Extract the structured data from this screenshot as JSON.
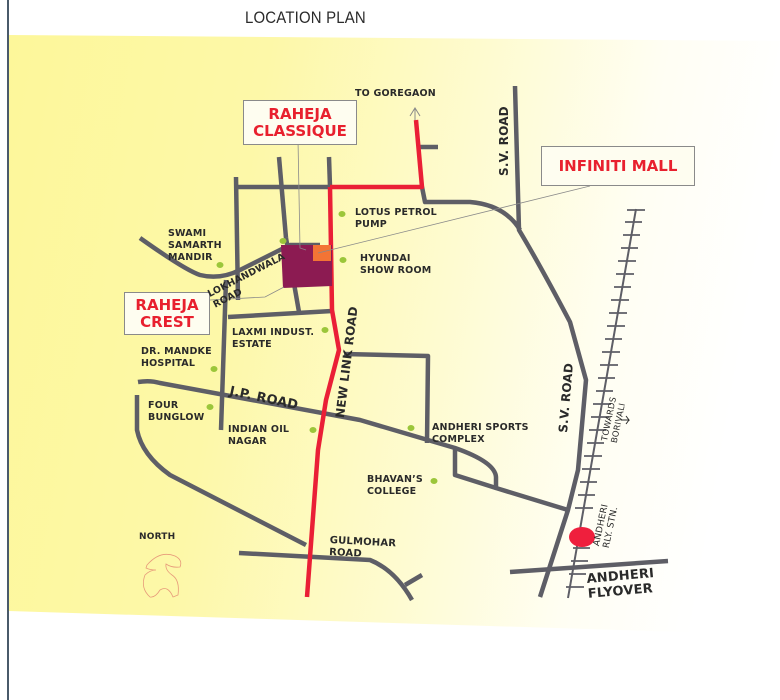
{
  "title": "LOCATION PLAN",
  "colors": {
    "background_yellow": "#fdf79a",
    "road_grey": "#5e5e66",
    "main_road_red": "#ea1f36",
    "project_plot": "#8c1b52",
    "project_highlight": "#f37435",
    "landmark_dot": "#9bc63a",
    "callout_text": "#e8202e",
    "station_marker": "#ef1f3d"
  },
  "callouts": {
    "raheja_classique": "RAHEJA\nCLASSIQUE",
    "raheja_crest": "RAHEJA\nCREST",
    "infiniti_mall": "INFINITI MALL"
  },
  "directions": {
    "to_goregaon": "TO GOREGAON",
    "towards_borivali": "TOWARDS\nBORIVALI"
  },
  "roads": {
    "sv_road_top": "S.V. ROAD",
    "sv_road_bottom": "S.V. ROAD",
    "new_link_road": "NEW LINK ROAD",
    "jp_road": "J.P. ROAD",
    "lokhandwala_road": "LOKHANDWALA\nROAD",
    "gulmohar_road": "GULMOHAR\nROAD",
    "andheri_flyover": "ANDHERI\nFLYOVER"
  },
  "landmarks": [
    {
      "name": "lotus-petrol-pump",
      "label": "LOTUS PETROL\nPUMP"
    },
    {
      "name": "hyundai-show-room",
      "label": "HYUNDAI\nSHOW ROOM"
    },
    {
      "name": "swami-samarth-mandir",
      "label": "SWAMI\nSAMARTH\nMANDIR"
    },
    {
      "name": "laxmi-indust-estate",
      "label": "LAXMI INDUST.\nESTATE"
    },
    {
      "name": "dr-mandke-hospital",
      "label": "DR. MANDKE\nHOSPITAL"
    },
    {
      "name": "four-bunglow",
      "label": "FOUR\nBUNGLOW"
    },
    {
      "name": "indian-oil-nagar",
      "label": "INDIAN OIL\nNAGAR"
    },
    {
      "name": "andheri-sports-complex",
      "label": "ANDHERI SPORTS\nCOMPLEX"
    },
    {
      "name": "bhavans-college",
      "label": "BHAVAN’S\nCOLLEGE"
    }
  ],
  "station": {
    "label": "ANDHERI\nRLY. STN."
  },
  "compass": {
    "label": "NORTH",
    "icon": "north-arrow-icon"
  }
}
